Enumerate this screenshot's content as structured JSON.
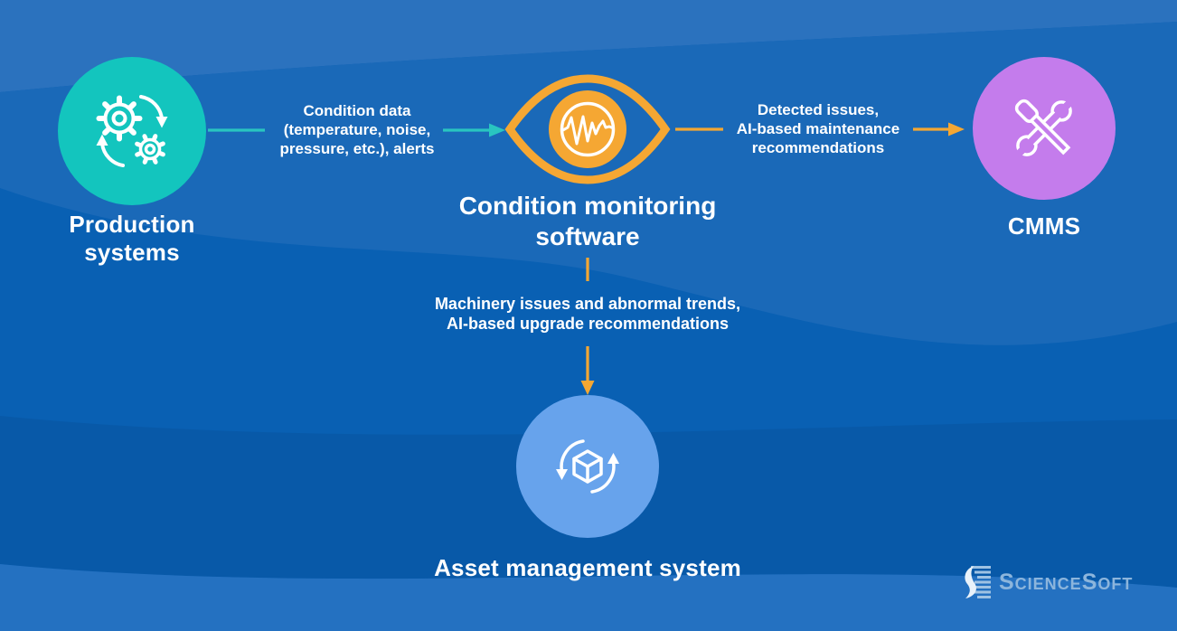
{
  "diagram": {
    "background": {
      "base": "#0960b3",
      "wave_top_light": "#2b72be",
      "wave_mid_light": "#1a69b8",
      "wave_dark": "#0859a8",
      "wave_bottom_light": "#2471c1"
    },
    "nodes": {
      "production": {
        "label_line1": "Production",
        "label_line2": "systems",
        "color": "#13c5be",
        "icon": "gears-sync-icon"
      },
      "monitoring": {
        "title_line1": "Condition monitoring",
        "title_line2": "software",
        "color": "#f5a733",
        "icon": "eye-waveform-icon"
      },
      "cmms": {
        "label": "CMMS",
        "color": "#c47cec",
        "icon": "wrench-screwdriver-icon"
      },
      "asset": {
        "label": "Asset management system",
        "color": "#67a3ec",
        "icon": "cube-sync-icon"
      }
    },
    "edges": {
      "production_to_monitoring": {
        "color": "#29c5c0",
        "label_line1": "Condition data",
        "label_line2": "(temperature, noise,",
        "label_line3": "pressure, etc.), alerts"
      },
      "monitoring_to_cmms": {
        "color": "#f5a733",
        "label_line1": "Detected issues,",
        "label_line2": "AI-based maintenance",
        "label_line3": "recommendations"
      },
      "monitoring_to_asset": {
        "color": "#f5a733",
        "label_line1": "Machinery issues and abnormal trends,",
        "label_line2": "AI-based upgrade recommendations"
      }
    },
    "logo": {
      "part1": "Science",
      "part2": "Soft",
      "color": "#8cb5dc"
    }
  }
}
